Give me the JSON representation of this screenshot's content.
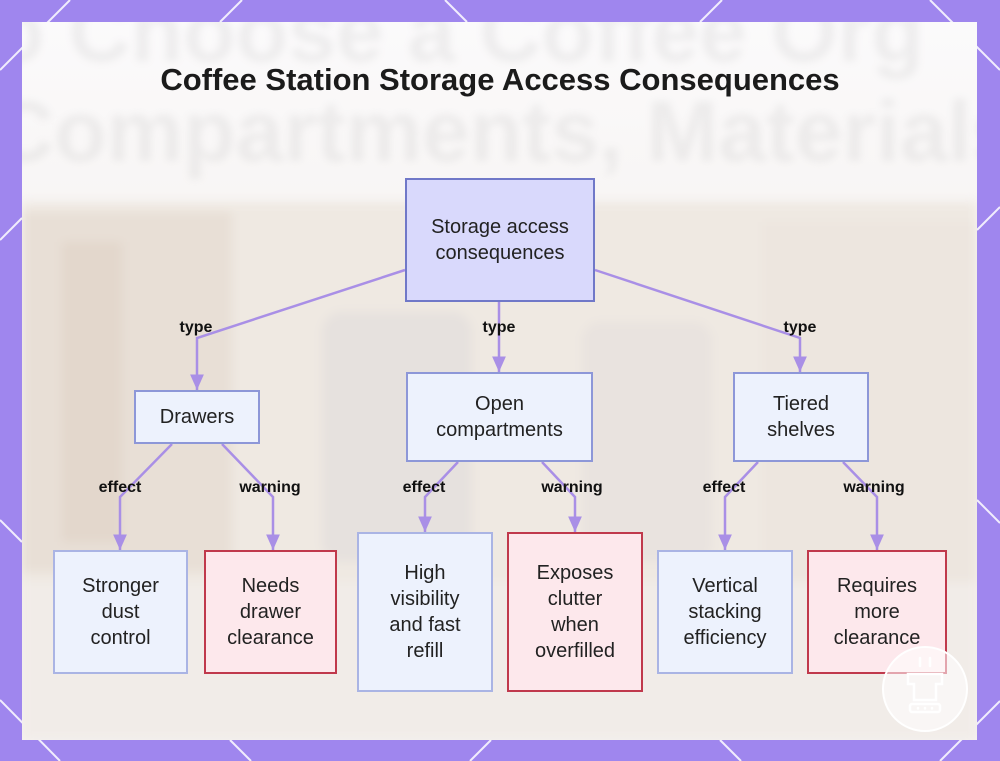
{
  "title": "Coffee Station Storage Access Consequences",
  "background_text": [
    "o Choose a Coffee Org",
    "Compartments, Materials & La"
  ],
  "colors": {
    "frame": "#9f86ee",
    "edge": "#a98fe6",
    "root_fill": "#d9d9fc",
    "category_fill": "#edf2fd",
    "warning_fill": "#fde8ec",
    "warning_border": "#c0394c"
  },
  "root": {
    "label": "Storage access consequences"
  },
  "branches": [
    {
      "edge_label": "type",
      "label": "Drawers",
      "effect": {
        "edge_label": "effect",
        "label": "Stronger dust control"
      },
      "warning": {
        "edge_label": "warning",
        "label": "Needs drawer clearance"
      }
    },
    {
      "edge_label": "type",
      "label": "Open compartments",
      "effect": {
        "edge_label": "effect",
        "label": "High visibility and fast refill"
      },
      "warning": {
        "edge_label": "warning",
        "label": "Exposes clutter when overfilled"
      }
    },
    {
      "edge_label": "type",
      "label": "Tiered shelves",
      "effect": {
        "edge_label": "effect",
        "label": "Vertical stacking efficiency"
      },
      "warning": {
        "edge_label": "warning",
        "label": "Requires more clearance"
      }
    }
  ],
  "watermark": {
    "icon": "coffee-maker-icon"
  }
}
